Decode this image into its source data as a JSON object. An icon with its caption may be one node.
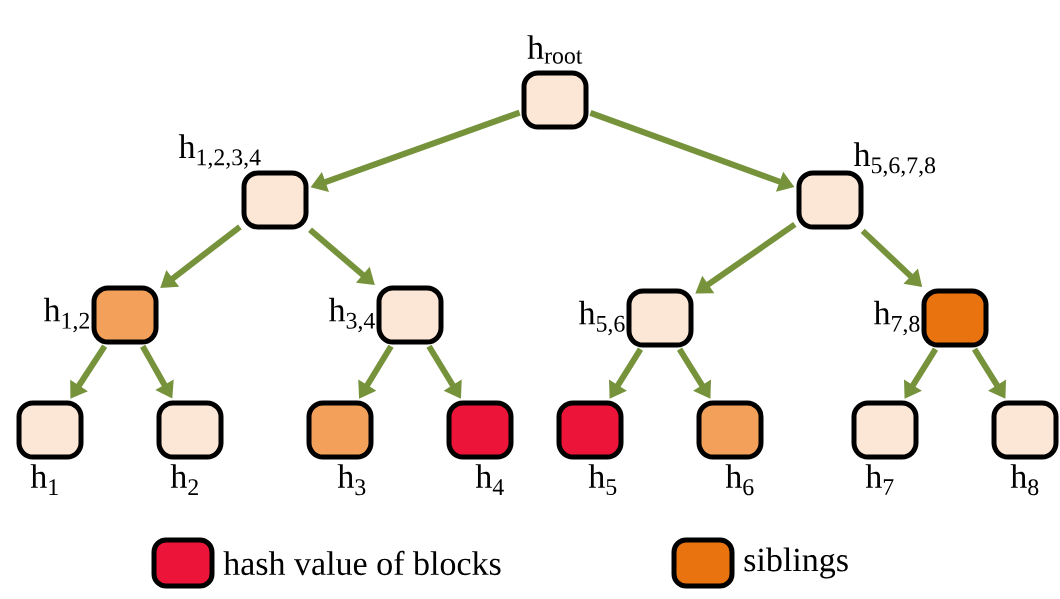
{
  "diagram": {
    "nodes": [
      {
        "text": [],
        "shape": "box",
        "beside": [
          "h$_{root}$"
        ]
      },
      {
        "text": [],
        "shape": "box",
        "beside": [
          "h$_{1,2,3,4}$"
        ]
      },
      {
        "text": [],
        "shape": "box",
        "beside": [
          "h$_{5,6,7,8}$"
        ]
      },
      {
        "text": [],
        "shape": "box",
        "beside": [
          "h$_{1,2}$"
        ]
      },
      {
        "text": [],
        "shape": "box",
        "beside": [
          "h$_{3,4}$"
        ]
      },
      {
        "text": [],
        "shape": "box",
        "beside": [
          "h$_{5,6}$"
        ]
      },
      {
        "text": [],
        "shape": "box",
        "beside": [
          "h$_{7,8}$"
        ]
      },
      {
        "text": [],
        "shape": "box",
        "beside": [
          "h$_{1}$"
        ]
      },
      {
        "text": [],
        "shape": "box",
        "beside": [
          "h$_{2}$"
        ]
      },
      {
        "text": [],
        "shape": "box",
        "beside": [
          "h$_{3}$"
        ]
      },
      {
        "text": [],
        "shape": "box",
        "beside": [
          "h$_{4}$"
        ]
      },
      {
        "text": [],
        "shape": "box",
        "beside": [
          "h$_{5}$"
        ]
      },
      {
        "text": [],
        "shape": "box",
        "beside": [
          "h$_{6}$"
        ]
      },
      {
        "text": [],
        "shape": "box",
        "beside": [
          "h$_{7}$"
        ]
      },
      {
        "text": [],
        "shape": "box",
        "beside": [
          "h$_{8}$"
        ]
      }
    ],
    "edges": [
      {
        "from": 0,
        "to": 1,
        "arrow": "to"
      },
      {
        "from": 0,
        "to": 2,
        "arrow": "to"
      },
      {
        "from": 1,
        "to": 3,
        "arrow": "to"
      },
      {
        "from": 1,
        "to": 4,
        "arrow": "to"
      },
      {
        "from": 2,
        "to": 5,
        "arrow": "to"
      },
      {
        "from": 2,
        "to": 6,
        "arrow": "to"
      },
      {
        "from": 3,
        "to": 7,
        "arrow": "to"
      },
      {
        "from": 3,
        "to": 8,
        "arrow": "to"
      },
      {
        "from": 4,
        "to": 9,
        "arrow": "to"
      },
      {
        "from": 4,
        "to": 10,
        "arrow": "to"
      },
      {
        "from": 5,
        "to": 11,
        "arrow": "to"
      },
      {
        "from": 5,
        "to": 12,
        "arrow": "to"
      },
      {
        "from": 6,
        "to": 13,
        "arrow": "to"
      },
      {
        "from": 6,
        "to": 14,
        "arrow": "to"
      }
    ],
    "legend": [
      {
        "text": "hash value of blocks",
        "color": "#ec1438"
      },
      {
        "text": "siblings",
        "color": "#e8730f"
      }
    ]
  }
}
